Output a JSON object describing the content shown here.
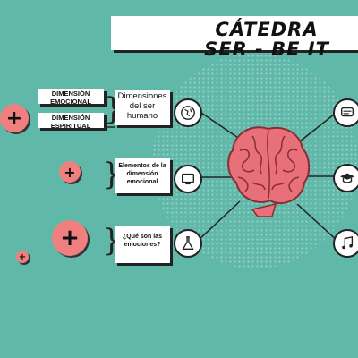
{
  "title": "CÁTEDRA SER - BE IT",
  "labels": {
    "dim_emocional": "DIMENSIÓN EMOCIONAL",
    "dim_espiritual": "DIMENSIÓN ESPIRITUAL",
    "dimensiones": "Dimensiones del ser humano",
    "elementos": "Elementos de la dimensión emocional",
    "emociones": "¿Qué son las emociones?"
  },
  "plus_symbol": "+",
  "colors": {
    "background": "#5fb8a8",
    "accent": "#f08080",
    "brain": "#e8707a"
  },
  "icons": [
    "globe-icon",
    "tv-icon",
    "lab-flask-icon",
    "chat-icon",
    "graduation-cap-icon",
    "music-note-icon"
  ]
}
